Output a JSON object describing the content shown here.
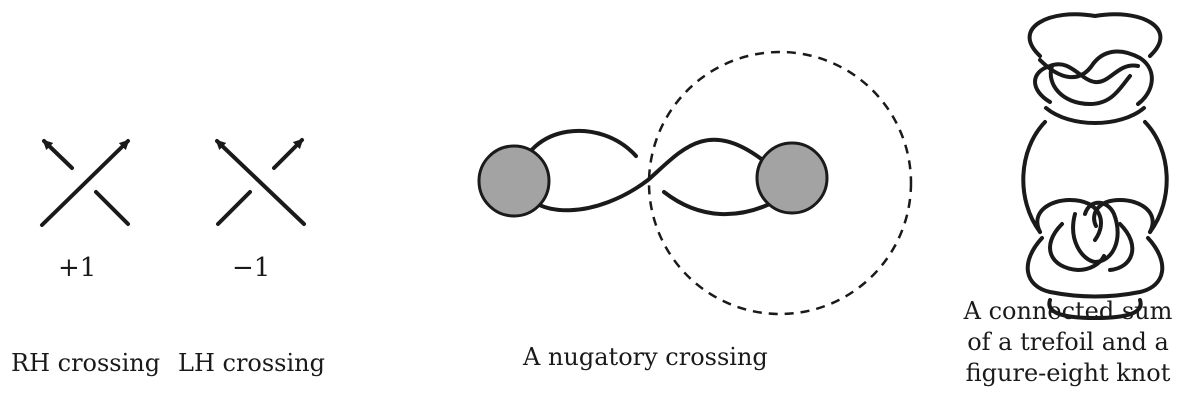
{
  "crossings": {
    "rh": {
      "sign": "+1",
      "caption": "RH crossing"
    },
    "lh": {
      "sign": "−1",
      "caption": "LH crossing"
    }
  },
  "nugatory": {
    "caption": "A nugatory crossing"
  },
  "connected_sum": {
    "caption_lines": [
      "A connected sum",
      "of a trefoil and a",
      "figure-eight knot"
    ]
  },
  "colors": {
    "ink": "#1a1a1a",
    "tangle_fill": "#a3a3a3"
  }
}
